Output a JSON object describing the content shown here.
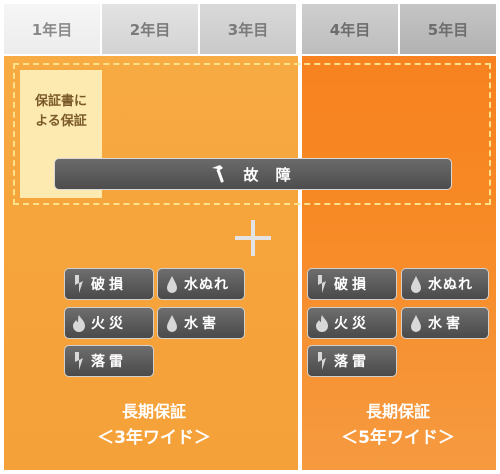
{
  "years": [
    "1年目",
    "2年目",
    "3年目",
    "4年目",
    "5年目"
  ],
  "warranty_box": {
    "line1": "保証書に",
    "line2": "よる保証"
  },
  "failure_bar": {
    "label": "故 障"
  },
  "left_coverage": {
    "items": [
      "破損",
      "水ぬれ",
      "火災",
      "水害",
      "落雷"
    ],
    "title": "長期保証",
    "subtitle": "＜3年ワイド＞"
  },
  "right_coverage": {
    "items": [
      "破損",
      "水ぬれ",
      "火災",
      "水害",
      "落雷"
    ],
    "title": "長期保証",
    "subtitle": "＜5年ワイド＞"
  }
}
